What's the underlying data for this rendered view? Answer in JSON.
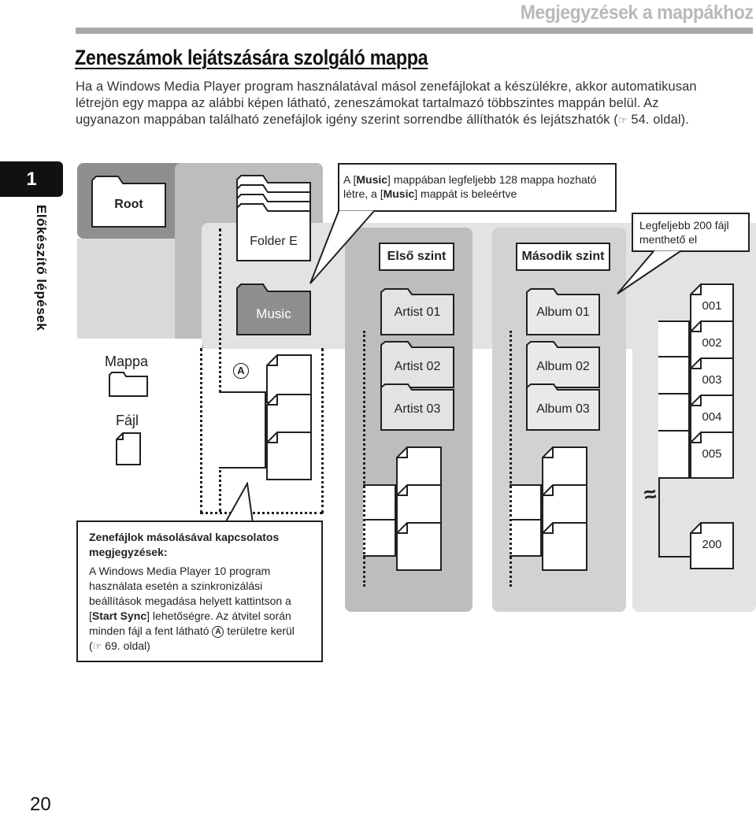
{
  "header": {
    "title": "Megjegyzések a mappákhoz"
  },
  "section": {
    "title": "Zeneszámok lejátszására szolgáló mappa"
  },
  "intro": {
    "text": "Ha a Windows Media Player program használatával másol zenefájlokat a készülékre, akkor automatikusan létrejön egy mappa az alábbi képen látható, zeneszámokat tartalmazó többszintes mappán belül. Az ugyanazon mappában található zenefájlok igény szerint sorrendbe állíthatók és lejátszhatók (",
    "ref_icon": "☞",
    "ref_text": " 54. oldal)."
  },
  "side_tab": {
    "number": "1",
    "label": "Előkészítő lépések"
  },
  "page_number": "20",
  "diagram": {
    "root": "Root",
    "folder_e": "Folder E",
    "music": "Music",
    "legend_folder": "Mappa",
    "legend_file": "Fájl",
    "marker_a": "A",
    "callout_top_pre": "A [",
    "callout_top_bold1": "Music",
    "callout_top_mid": "] mappában legfeljebb 128 mappa hozható létre, a [",
    "callout_top_bold2": "Music",
    "callout_top_post": "] mappát is beleértve",
    "callout_right": "Legfeljebb 200 fájl menthető el",
    "level1_label": "Első szint",
    "level2_label": "Második szint",
    "artists": [
      "Artist 01",
      "Artist 02",
      "Artist 03"
    ],
    "albums": [
      "Album 01",
      "Album 02",
      "Album 03"
    ],
    "files": [
      "001",
      "002",
      "003",
      "004",
      "005",
      "200"
    ],
    "break_symbol": "≈"
  },
  "note": {
    "title": "Zenefájlok másolásával kapcsolatos megjegyzések:",
    "line1": "A Windows Media Player 10 program használata esetén a szinkronizálási beállítások megadása helyett kattintson a [",
    "bold": "Start Sync",
    "line2": "] lehetőségre. Az átvitel során minden fájl a fent látható ",
    "marker": "A",
    "line3": " területre kerül (",
    "ref_icon": "☞",
    "line4": " 69. oldal)"
  }
}
